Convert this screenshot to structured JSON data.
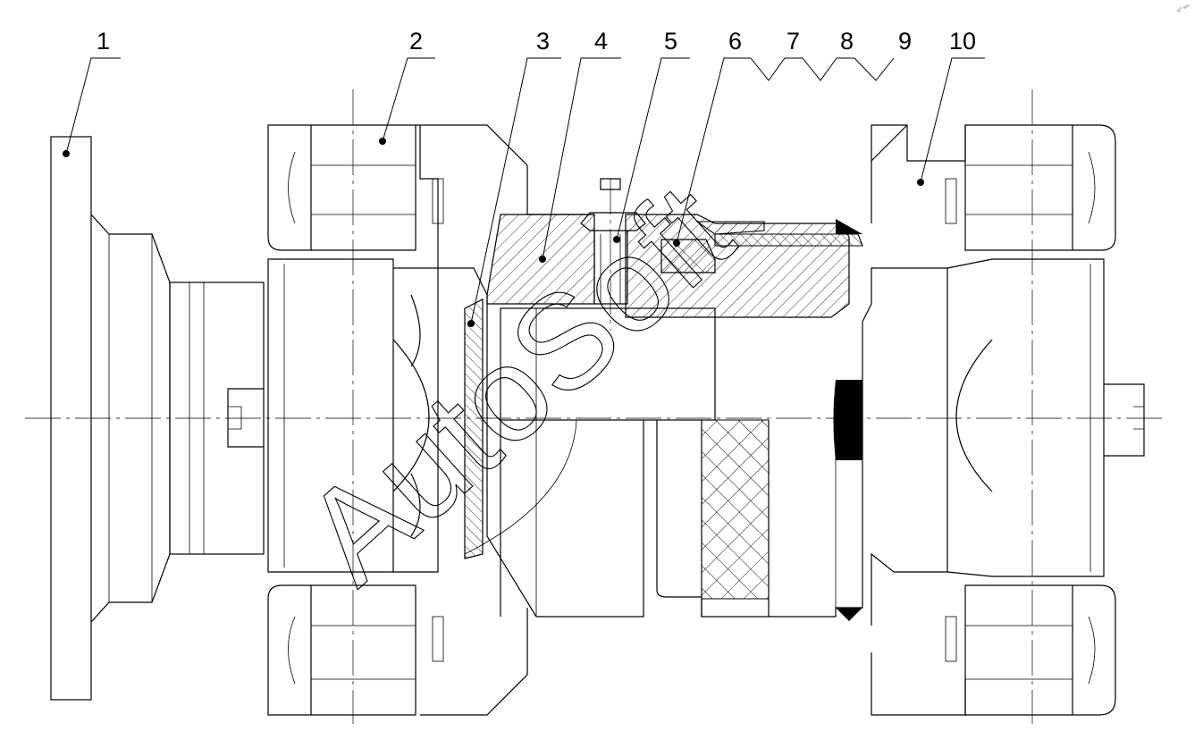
{
  "callouts": [
    {
      "label": "1"
    },
    {
      "label": "2"
    },
    {
      "label": "3"
    },
    {
      "label": "4"
    },
    {
      "label": "5"
    },
    {
      "label": "6"
    },
    {
      "label": "7"
    },
    {
      "label": "8"
    },
    {
      "label": "9"
    },
    {
      "label": "10"
    }
  ],
  "watermark": {
    "text": "AutoSoft"
  },
  "corner_stamp": {
    "text": "vᵃ ₈₀₀"
  },
  "colors": {
    "line": "#000000",
    "background": "#ffffff"
  }
}
